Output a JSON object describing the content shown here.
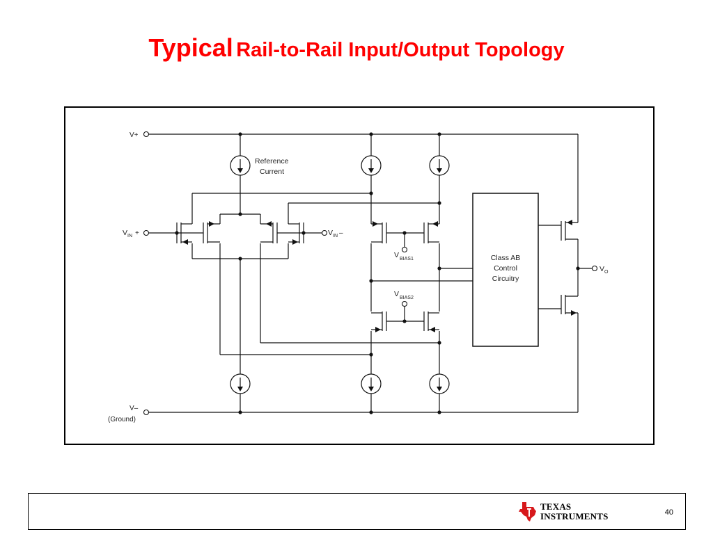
{
  "title": {
    "first_word": "Typical",
    "rest": "Rail-to-Rail Input/Output Topology"
  },
  "diagram": {
    "vplus": "V+",
    "vminus": "V–",
    "ground": "(Ground)",
    "ref_line1": "Reference",
    "ref_line2": "Current",
    "vin_plus_main": "V",
    "vin_plus_sub": "IN",
    "vin_plus_sign": "+",
    "vin_minus_main": "V",
    "vin_minus_sub": "IN",
    "vin_minus_sign": "–",
    "vbias1_main": "V",
    "vbias1_sub": "BIAS1",
    "vbias2_main": "V",
    "vbias2_sub": "BIAS2",
    "classab_line1": "Class AB",
    "classab_line2": "Control",
    "classab_line3": "Circuitry",
    "vo_main": "V",
    "vo_sub": "O"
  },
  "footer": {
    "logo_line1": "TEXAS",
    "logo_line2": "INSTRUMENTS",
    "page_number": "40"
  },
  "colors": {
    "title": "#ff0000",
    "logo_red": "#d7191c"
  }
}
